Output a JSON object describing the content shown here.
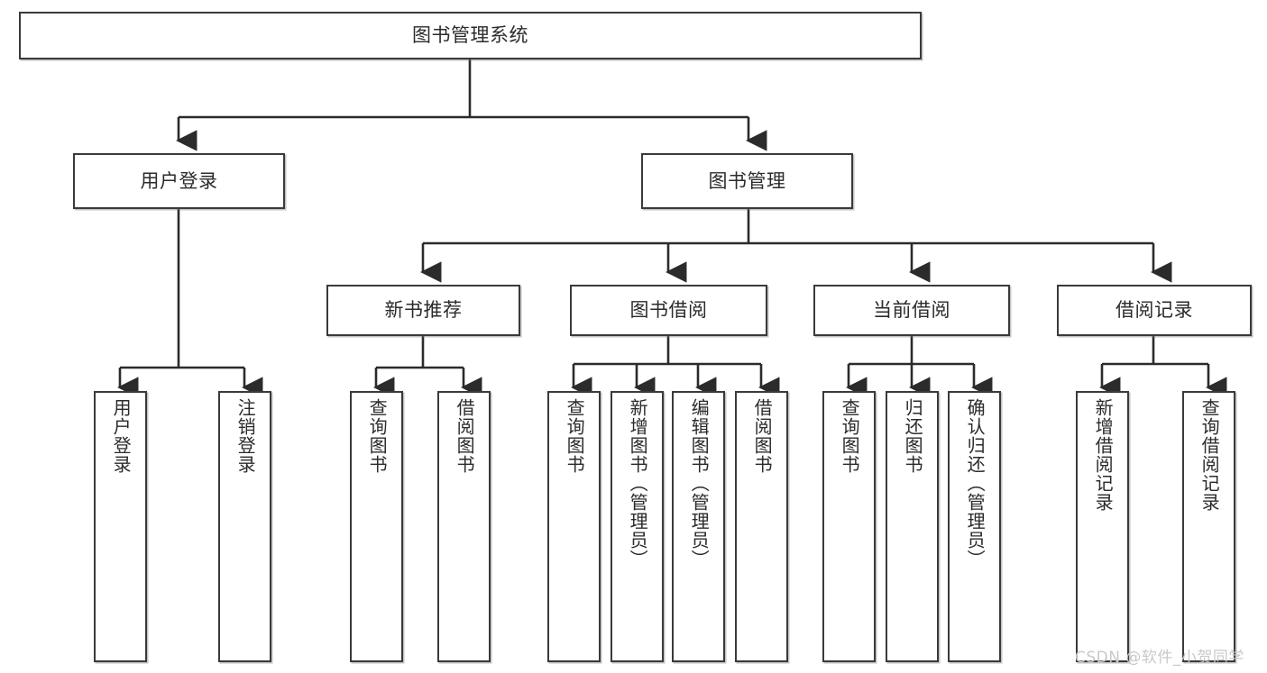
{
  "diagram": {
    "title": "图书管理系统",
    "levels": {
      "root": {
        "label": "图书管理系统"
      },
      "level2": [
        {
          "label": "用户登录"
        },
        {
          "label": "图书管理"
        }
      ],
      "level3": [
        {
          "label": "新书推荐"
        },
        {
          "label": "图书借阅"
        },
        {
          "label": "当前借阅"
        },
        {
          "label": "借阅记录"
        }
      ],
      "leaves": {
        "user_login": [
          {
            "label": "用户登录"
          },
          {
            "label": "注销登录"
          }
        ],
        "new_book_recommend": [
          {
            "label": "查询图书"
          },
          {
            "label": "借阅图书"
          }
        ],
        "book_borrow": [
          {
            "label": "查询图书"
          },
          {
            "label": "新增图书（管理员）"
          },
          {
            "label": "编辑图书（管理员）"
          },
          {
            "label": "借阅图书"
          }
        ],
        "current_borrow": [
          {
            "label": "查询图书"
          },
          {
            "label": "归还图书"
          },
          {
            "label": "确认归还（管理员）"
          }
        ],
        "borrow_record": [
          {
            "label": "新增借阅记录"
          },
          {
            "label": "查询借阅记录"
          }
        ]
      }
    },
    "watermark": "CSDN @软件_小贺同学",
    "colors": {
      "box_border": "#3a3a3a",
      "box_fill": "#ffffff",
      "text": "#2b2b2b",
      "connector": "#2b2b2b",
      "watermark": "#c9c9c9",
      "background": "#ffffff"
    }
  },
  "chart_data": {
    "type": "diagram",
    "layout": "top-down tree / hierarchy chart",
    "title": "图书管理系统",
    "nodes": [
      {
        "id": "root",
        "label": "图书管理系统",
        "level": 1
      },
      {
        "id": "user-login",
        "label": "用户登录",
        "level": 2
      },
      {
        "id": "book-manage",
        "label": "图书管理",
        "level": 2
      },
      {
        "id": "new-book",
        "label": "新书推荐",
        "level": 3
      },
      {
        "id": "book-borrow",
        "label": "图书借阅",
        "level": 3
      },
      {
        "id": "current-borrow",
        "label": "当前借阅",
        "level": 3
      },
      {
        "id": "borrow-record",
        "label": "借阅记录",
        "level": 3
      },
      {
        "id": "leaf-user-login",
        "label": "用户登录",
        "level": 4
      },
      {
        "id": "leaf-logout",
        "label": "注销登录",
        "level": 4
      },
      {
        "id": "leaf-query-book-1",
        "label": "查询图书",
        "level": 4
      },
      {
        "id": "leaf-borrow-book-1",
        "label": "借阅图书",
        "level": 4
      },
      {
        "id": "leaf-query-book-2",
        "label": "查询图书",
        "level": 4
      },
      {
        "id": "leaf-add-book",
        "label": "新增图书（管理员）",
        "level": 4
      },
      {
        "id": "leaf-edit-book",
        "label": "编辑图书（管理员）",
        "level": 4
      },
      {
        "id": "leaf-borrow-book-2",
        "label": "借阅图书",
        "level": 4
      },
      {
        "id": "leaf-query-book-3",
        "label": "查询图书",
        "level": 4
      },
      {
        "id": "leaf-return-book",
        "label": "归还图书",
        "level": 4
      },
      {
        "id": "leaf-confirm-return",
        "label": "确认归还（管理员）",
        "level": 4
      },
      {
        "id": "leaf-add-record",
        "label": "新增借阅记录",
        "level": 4
      },
      {
        "id": "leaf-query-record",
        "label": "查询借阅记录",
        "level": 4
      }
    ],
    "edges": [
      {
        "from": "root",
        "to": "user-login"
      },
      {
        "from": "root",
        "to": "book-manage"
      },
      {
        "from": "book-manage",
        "to": "new-book"
      },
      {
        "from": "book-manage",
        "to": "book-borrow"
      },
      {
        "from": "book-manage",
        "to": "current-borrow"
      },
      {
        "from": "book-manage",
        "to": "borrow-record"
      },
      {
        "from": "user-login",
        "to": "leaf-user-login"
      },
      {
        "from": "user-login",
        "to": "leaf-logout"
      },
      {
        "from": "new-book",
        "to": "leaf-query-book-1"
      },
      {
        "from": "new-book",
        "to": "leaf-borrow-book-1"
      },
      {
        "from": "book-borrow",
        "to": "leaf-query-book-2"
      },
      {
        "from": "book-borrow",
        "to": "leaf-add-book"
      },
      {
        "from": "book-borrow",
        "to": "leaf-edit-book"
      },
      {
        "from": "book-borrow",
        "to": "leaf-borrow-book-2"
      },
      {
        "from": "current-borrow",
        "to": "leaf-query-book-3"
      },
      {
        "from": "current-borrow",
        "to": "leaf-return-book"
      },
      {
        "from": "current-borrow",
        "to": "leaf-confirm-return"
      },
      {
        "from": "borrow-record",
        "to": "leaf-add-record"
      },
      {
        "from": "borrow-record",
        "to": "leaf-query-record"
      }
    ]
  }
}
